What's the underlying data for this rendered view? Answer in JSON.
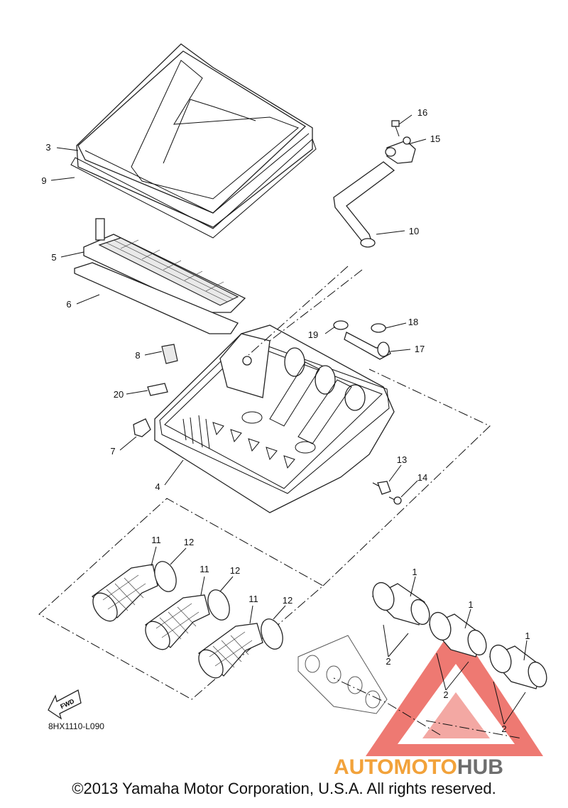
{
  "callouts": [
    "1",
    "1",
    "1",
    "2",
    "2",
    "2",
    "3",
    "4",
    "5",
    "6",
    "7",
    "8",
    "9",
    "10",
    "11",
    "11",
    "11",
    "12",
    "12",
    "12",
    "13",
    "14",
    "15",
    "16",
    "17",
    "18",
    "19",
    "20"
  ],
  "fwd_label": "FWD",
  "drawing_code": "8HX1110-L090",
  "watermark": {
    "word_auto": "AUTO",
    "word_moto": "MOTO",
    "word_hub": "HUB",
    "colors": {
      "accent": "#f2a23a",
      "triangle": "#e8473c",
      "hub": "#6e6e6e"
    }
  },
  "copyright": "©2013 Yamaha Motor Corporation, U.S.A. All rights reserved."
}
